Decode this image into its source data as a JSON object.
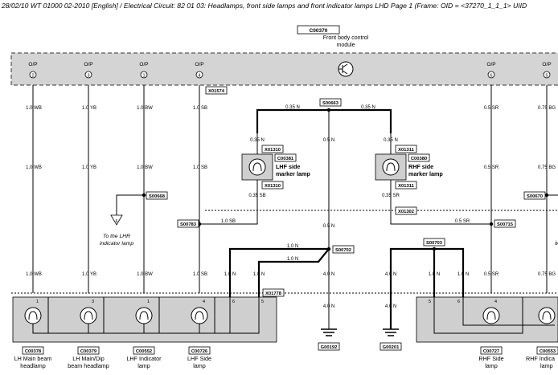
{
  "header": "28/02/10  WT 01000 02-2010 [English] / Electrical Circuit: 82 01 03: Headlamps, front side lamps and front indicator lamps LHD  Page 1  (Frame: OID = <37270_1_1_1>  UIID",
  "module": {
    "code": "C00370",
    "name1": "Front body control",
    "name2": "module"
  },
  "op_label": "O/P",
  "pins": [
    "2",
    "3",
    "1",
    "4",
    "6",
    "5"
  ],
  "module_connector": "X01574",
  "splices": [
    "S00663",
    "S00668",
    "S00783",
    "S00715",
    "S00702",
    "S00703",
    "S00670"
  ],
  "connectors": [
    "X01310",
    "X01311",
    "X01302",
    "X01778"
  ],
  "wires": {
    "wb": "1.0 WB",
    "yb": "1.0 YB",
    "bw": "1.0 BW",
    "sb": "1.0 SB",
    "sr": "0.5 SR",
    "gb": "0.75 BG",
    "n035": "0.35 N",
    "n05": "0.5 N",
    "sb035": "0.35 SB",
    "sr035": "0.35 SR",
    "sr05": "0.5 SR",
    "n10": "1.0 N",
    "n40": "4.0 N"
  },
  "lhs_side": {
    "code": "C00381",
    "l1": "LHF side",
    "l2": "marker lamp"
  },
  "rhs_side": {
    "code": "C00380",
    "l1": "RHF side",
    "l2": "marker lamp"
  },
  "lhr_note": {
    "l1": "To the LHR",
    "l2": "indicator lamp"
  },
  "lamp_pins": [
    "1",
    "3",
    "1",
    "4",
    "6",
    "5"
  ],
  "lamps": [
    {
      "code": "C00378",
      "l1": "LH Main beam",
      "l2": "headlamp"
    },
    {
      "code": "C00379",
      "l1": "LH Main/Dip",
      "l2": "beam headlamp"
    },
    {
      "code": "C00552",
      "l1": "LHF Indicator",
      "l2": "lamp"
    },
    {
      "code": "C00726",
      "l1": "LHF Side",
      "l2": "lamp"
    }
  ],
  "rh_lamps": [
    {
      "code": "C00727",
      "l1": "RHF Side",
      "l2": "lamp"
    },
    {
      "code": "C00553",
      "l1": "RHF Indica",
      "l2": "lamp"
    }
  ],
  "grounds": [
    "G00192",
    "G00201"
  ],
  "right_cut": "iw"
}
